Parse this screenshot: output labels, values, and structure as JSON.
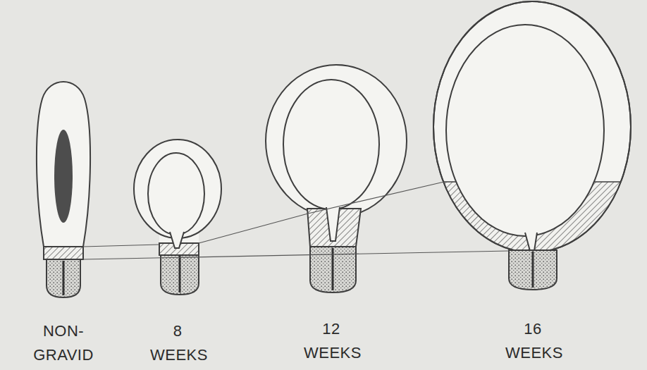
{
  "diagram": {
    "labels": [
      "NON- GRAVID",
      "8 WEEKS",
      "12 WEEKS",
      "16 WEEKS"
    ]
  }
}
